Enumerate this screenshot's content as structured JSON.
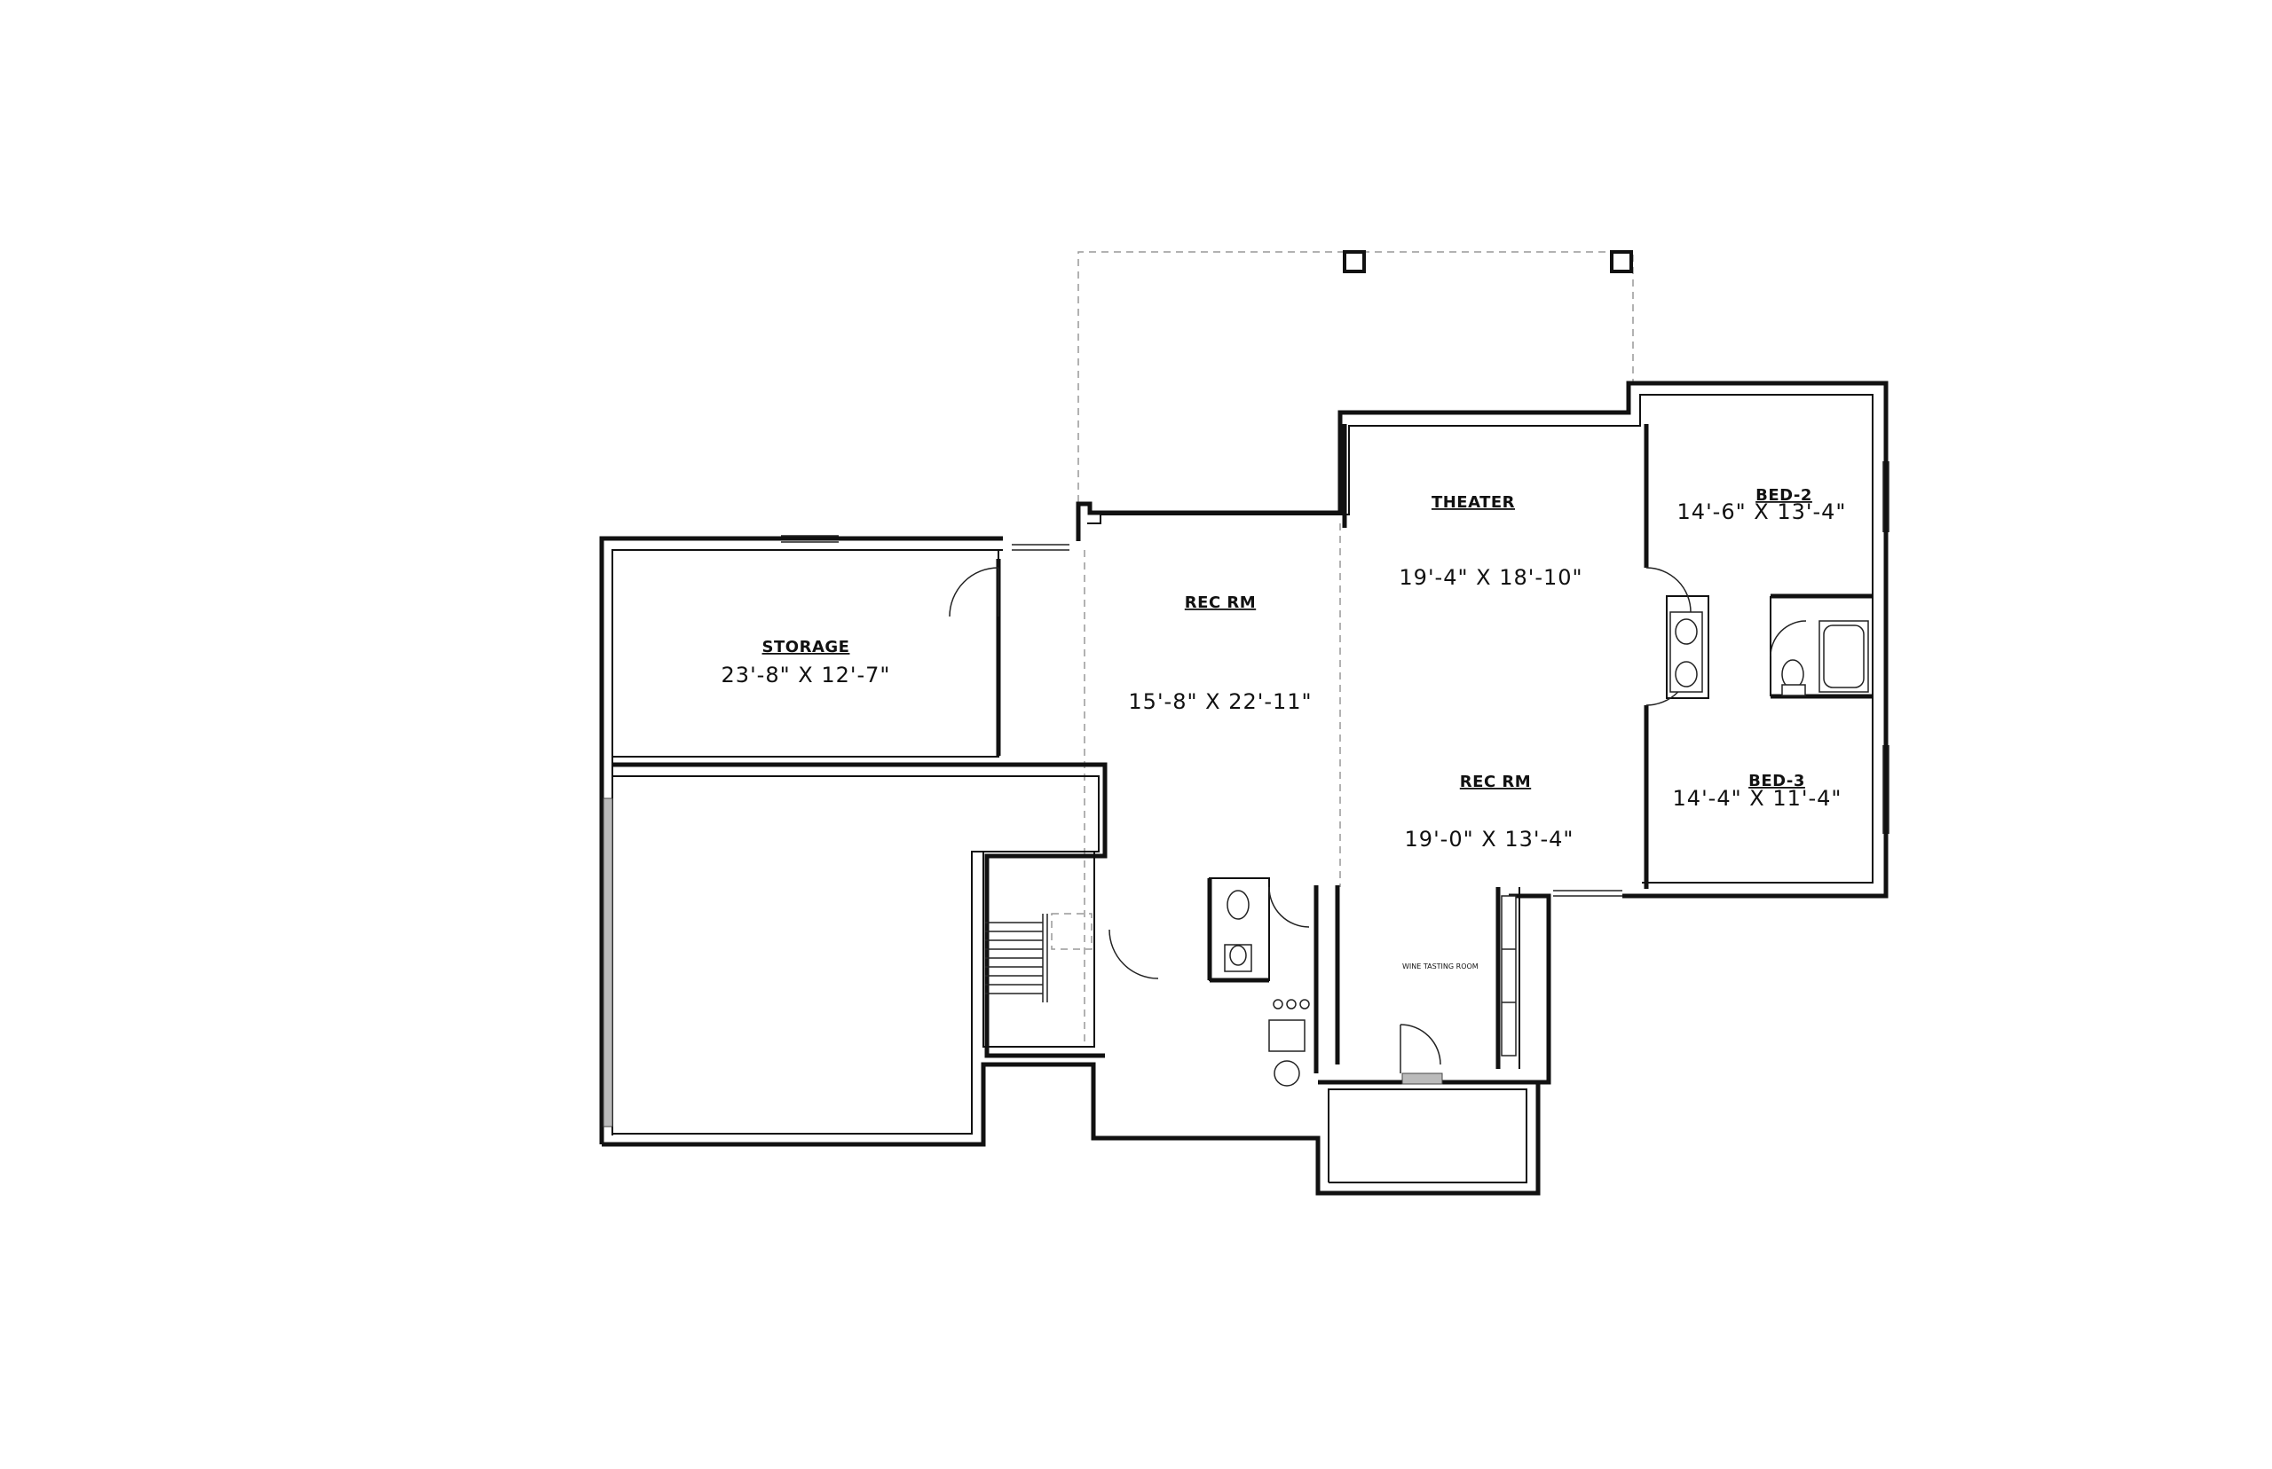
{
  "plan": {
    "rooms": {
      "storage": {
        "title": "STORAGE",
        "dims": "23'-8\" X 12'-7\""
      },
      "rec_rm_left": {
        "title": "REC RM",
        "dims": "15'-8\" X 22'-11\""
      },
      "theater": {
        "title": "THEATER",
        "dims": "19'-4\" X 18'-10\""
      },
      "rec_rm_right": {
        "title": "REC RM",
        "dims": "19'-0\" X 13'-4\""
      },
      "bed_2": {
        "title": "BED-2",
        "dims": "14'-6\" X 13'-4\""
      },
      "bed_3": {
        "title": "BED-3",
        "dims": "14'-4\" X 11'-4\""
      },
      "wine_tasting": {
        "title": "WINE TASTING ROOM"
      }
    }
  }
}
